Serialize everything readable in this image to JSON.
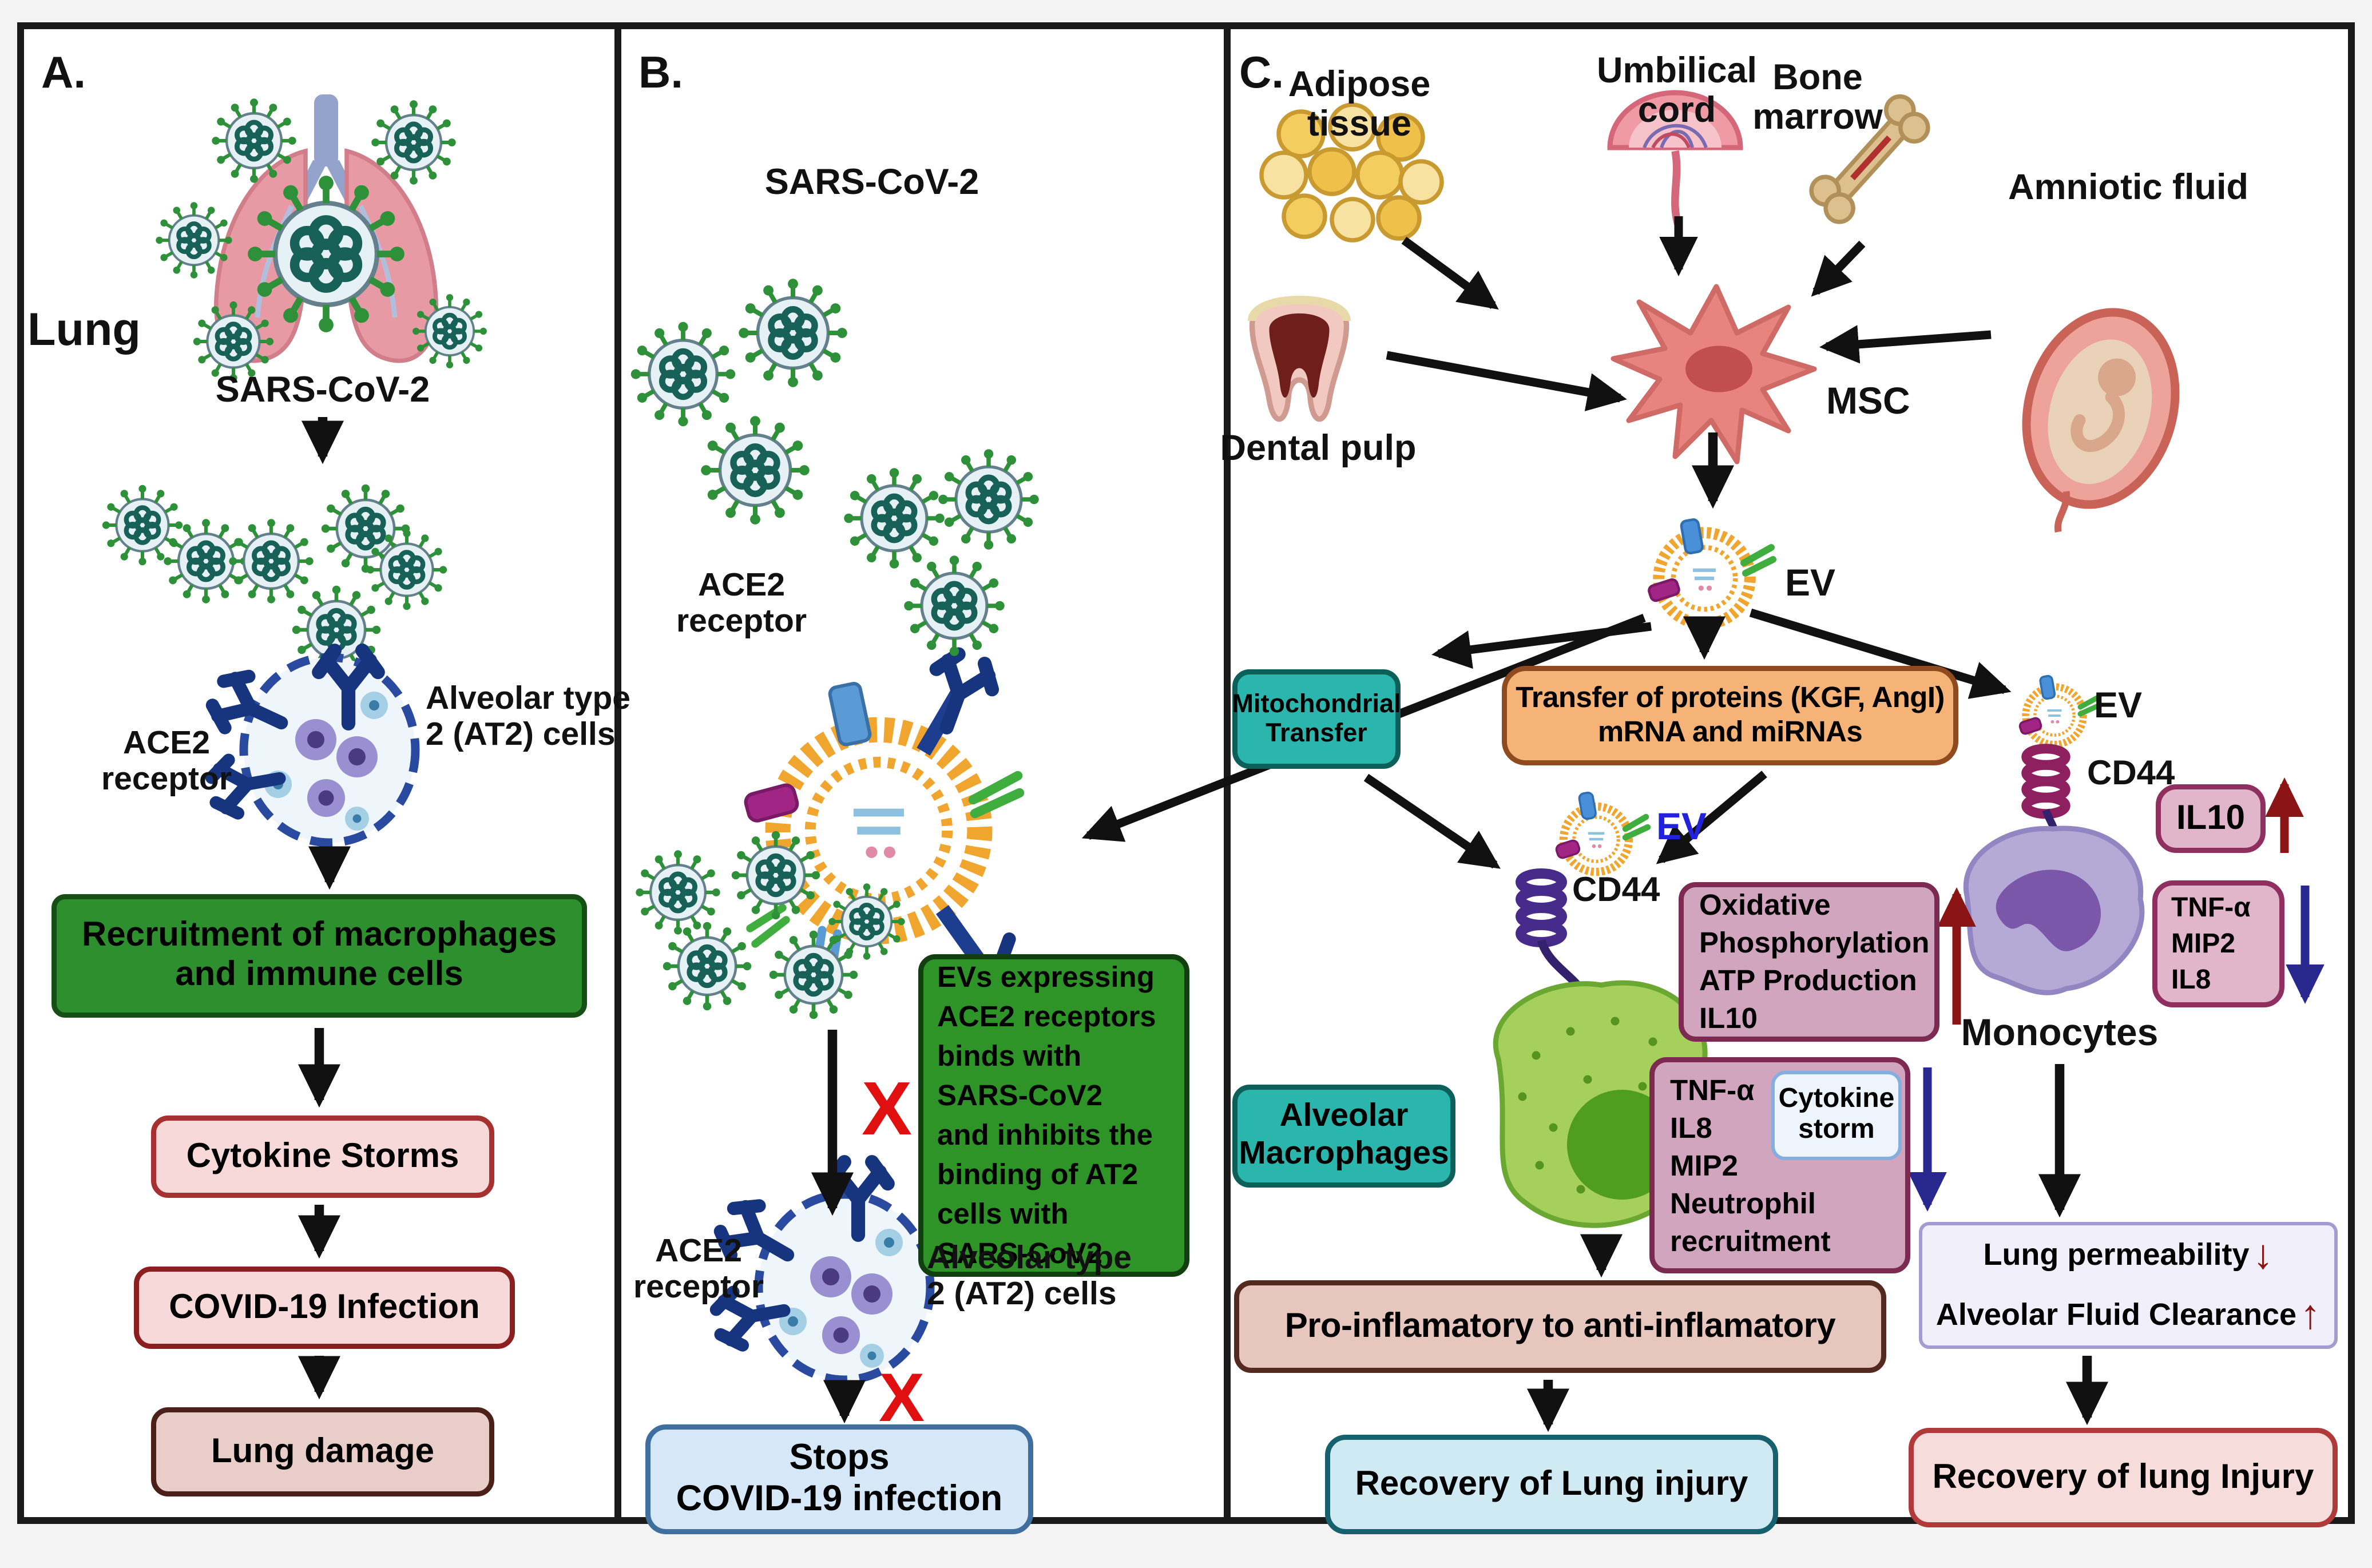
{
  "panelA": {
    "label": "A.",
    "lung_label": "Lung",
    "virus_label": "SARS-CoV-2",
    "ace2_label": [
      "ACE2",
      "receptor"
    ],
    "at2_label": [
      "Alveolar type",
      "2 (AT2) cells"
    ],
    "box_recruitment": [
      "Recruitment of macrophages",
      "and immune cells"
    ],
    "box_cytokine": "Cytokine Storms",
    "box_covid": "COVID-19 Infection",
    "box_damage": "Lung damage"
  },
  "panelB": {
    "label": "B.",
    "virus_label": "SARS-CoV-2",
    "ace2_label_top": [
      "ACE2",
      "receptor"
    ],
    "green_box": [
      "EVs expressing",
      "ACE2 receptors",
      "binds with",
      "SARS-CoV2",
      "and inhibits the",
      "binding of AT2",
      "cells with",
      "SARS-CoV2"
    ],
    "x_mark": "X",
    "ace2_label_bottom": [
      "ACE2",
      "receptor"
    ],
    "at2_label": [
      "Alveolar type",
      "2 (AT2) cells"
    ],
    "stops_box": [
      "Stops",
      "COVID-19 infection"
    ]
  },
  "panelC": {
    "label": "C.",
    "sources": {
      "adipose": "Adipose tissue",
      "umbilical": "Umbilical cord",
      "bone": "Bone marrow",
      "amniotic": "Amniotic fluid",
      "dental": "Dental pulp"
    },
    "msc_label": "MSC",
    "ev_label": "EV",
    "mito_box": [
      "Mitochondrial",
      "Transfer"
    ],
    "transfer_box": [
      "Transfer of proteins (KGF, AngI)",
      "mRNA and miRNAs"
    ],
    "ev2_label": "EV",
    "cd44_label": "CD44",
    "alveolar_box": [
      "Alveolar",
      "Macrophages"
    ],
    "oxidative_box": [
      "Oxidative",
      "Phosphorylation",
      "ATP Production",
      "IL10"
    ],
    "tnf_mid_box": [
      "TNF-α",
      "IL8",
      "MIP2",
      "Neutrophil",
      "recruitment"
    ],
    "cytokine_box": [
      "Cytokine",
      "storm"
    ],
    "pro_box": "Pro-inflamatory to anti-inflamatory",
    "recovery_mid_box": "Recovery of Lung injury",
    "ev3_label": "EV",
    "cd44_right_label": "CD44",
    "il10_box": "IL10",
    "tnf_right_box": [
      "TNF-α",
      "MIP2",
      "IL8"
    ],
    "monocytes_label": "Monocytes",
    "perm_box": {
      "line1": "Lung permeability",
      "line2": "Alveolar Fluid Clearance"
    },
    "recovery_right_box": "Recovery of lung Injury"
  },
  "icons": {
    "down_arrow": "↓",
    "up_arrow": "↑"
  },
  "colors": {
    "panel_border": "#1a1a1a",
    "green_box": "#2d8f2d",
    "green_box_b": "#2f9428",
    "pink_box": "#f7d9d9",
    "damage_box": "#e9cdc9",
    "stops_box": "#d6e8f8",
    "teal_box": "#2ab5ad",
    "orange_box": "#f5b378",
    "purple_box": "#d2a5bf",
    "cytokine_inner": "#eef4fb",
    "il10_box": "#e2b6ca",
    "pro_box": "#e7c6bd",
    "recovery_mid_box": "#cfeaf2",
    "recovery_right_box": "#f7dcdc",
    "perm_box": "#f1eff9",
    "ev_blue_label": "#2222dd",
    "x_mark": "#e01010",
    "increase_arrow": "#8b1515",
    "decrease_arrow": "#28288f",
    "virus_spike": "#2e9038",
    "virus_coil": "#186158",
    "ev_ring": "#f0a62e",
    "msc_cell": "#e8837e",
    "macrophage_cell": "#a6d05c",
    "monocyte_cell": "#b5aad6"
  }
}
